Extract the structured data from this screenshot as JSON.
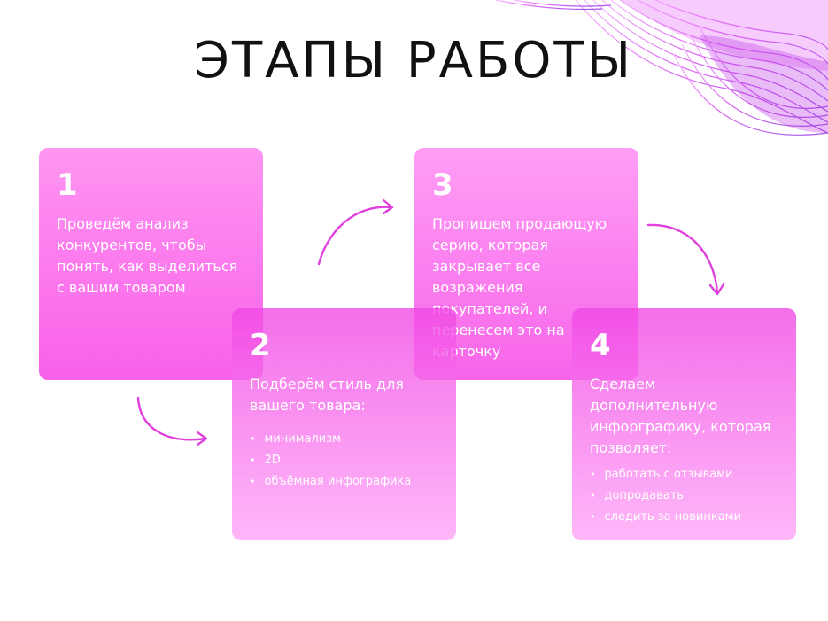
{
  "title": "ЭТАПЫ РАБОТЫ",
  "accent_color": "#f04ee0",
  "steps": [
    {
      "number": "1",
      "text": "Проведём анализ конкурентов, чтобы понять, как выделиться с вашим товаром",
      "bullets": []
    },
    {
      "number": "2",
      "text": "Подберём стиль для вашего товара:",
      "bullets": [
        "минимализм",
        "2D",
        "объёмная инфографика"
      ]
    },
    {
      "number": "3",
      "text": "Пропишем продающую серию, которая закрывает все возражения покупателей, и перенесем это на карточку",
      "bullets": []
    },
    {
      "number": "4",
      "text": "Сделаем дополнительную инфорграфику, которая позволяет:",
      "bullets": [
        "работать с отзывами",
        "допродавать",
        "следить за новинками"
      ]
    }
  ]
}
